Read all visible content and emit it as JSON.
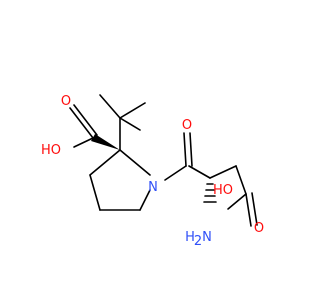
{
  "colors": {
    "bond": "#000000",
    "oxygen": "#ff0d0d",
    "nitrogen": "#3050f8",
    "background": "#ffffff"
  },
  "atoms": {
    "hydroxyl_left": "HO",
    "oxygen_left_carbonyl": "O",
    "nitrogen_ring": "N",
    "oxygen_amide": "O",
    "amine_h": "H",
    "amine_n": "N",
    "hydroxyl_right": "HO",
    "oxygen_right_carbonyl": "O",
    "amine_subscript": "2"
  }
}
